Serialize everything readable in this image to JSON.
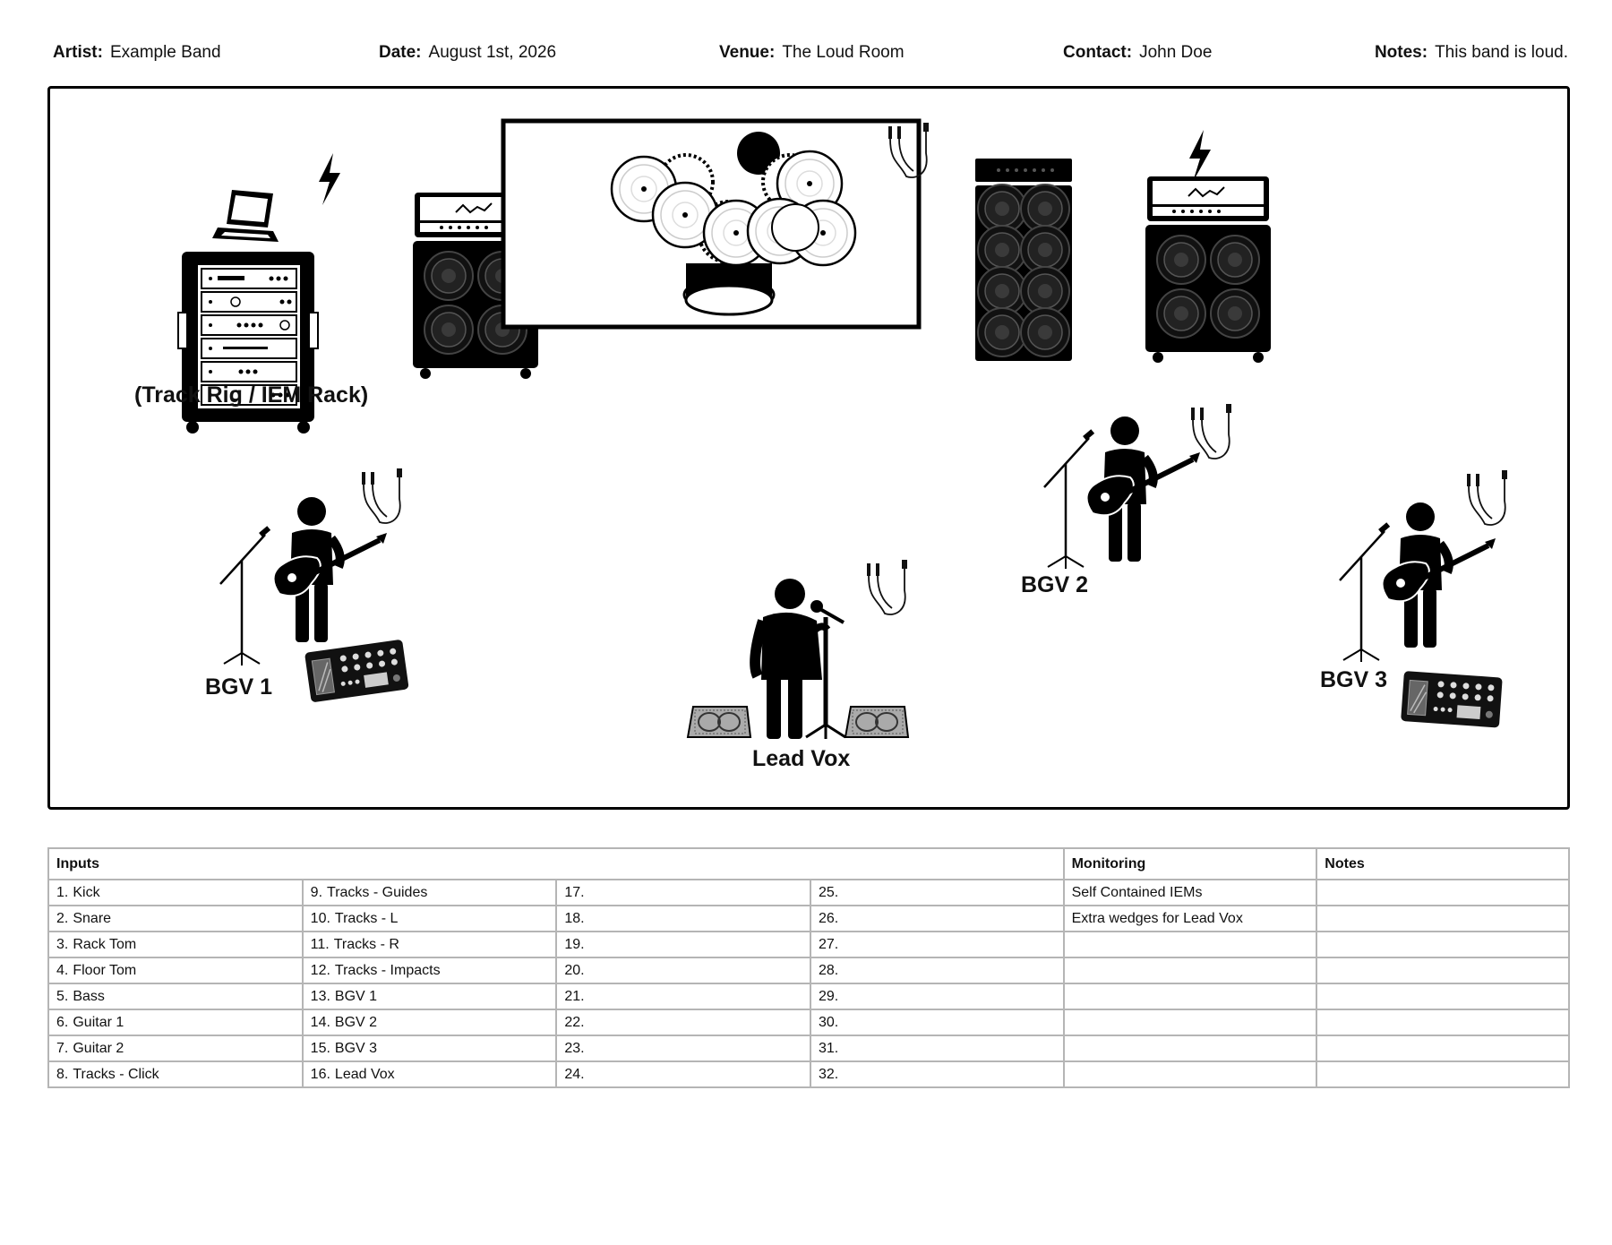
{
  "header": {
    "artist_label": "Artist:",
    "artist": "Example Band",
    "date_label": "Date:",
    "date": "August 1st, 2026",
    "venue_label": "Venue:",
    "venue": "The Loud Room",
    "contact_label": "Contact:",
    "contact": "John Doe",
    "notes_label": "Notes:",
    "notes": "This band is loud."
  },
  "stage": {
    "track_rig_label": "(Track Rig / IEM Rack)",
    "bgv1_label": "BGV 1",
    "bgv2_label": "BGV 2",
    "bgv3_label": "BGV 3",
    "lead_vox_label": "Lead Vox"
  },
  "table": {
    "headers": {
      "inputs": "Inputs",
      "monitoring": "Monitoring",
      "notes": "Notes"
    },
    "inputs": [
      [
        "1.",
        "Kick"
      ],
      [
        "2.",
        "Snare"
      ],
      [
        "3.",
        "Rack Tom"
      ],
      [
        "4.",
        "Floor Tom"
      ],
      [
        "5.",
        "Bass"
      ],
      [
        "6.",
        "Guitar 1"
      ],
      [
        "7.",
        "Guitar 2"
      ],
      [
        "8.",
        "Tracks - Click"
      ],
      [
        "9.",
        "Tracks - Guides"
      ],
      [
        "10.",
        "Tracks - L"
      ],
      [
        "11.",
        "Tracks - R"
      ],
      [
        "12.",
        "Tracks - Impacts"
      ],
      [
        "13.",
        "BGV 1"
      ],
      [
        "14.",
        "BGV 2"
      ],
      [
        "15.",
        "BGV 3"
      ],
      [
        "16.",
        "Lead Vox"
      ],
      [
        "17.",
        ""
      ],
      [
        "18.",
        ""
      ],
      [
        "19.",
        ""
      ],
      [
        "20.",
        ""
      ],
      [
        "21.",
        ""
      ],
      [
        "22.",
        ""
      ],
      [
        "23.",
        ""
      ],
      [
        "24.",
        ""
      ],
      [
        "25.",
        ""
      ],
      [
        "26.",
        ""
      ],
      [
        "27.",
        ""
      ],
      [
        "28.",
        ""
      ],
      [
        "29.",
        ""
      ],
      [
        "30.",
        ""
      ],
      [
        "31.",
        ""
      ],
      [
        "32.",
        ""
      ]
    ],
    "monitoring": [
      "Self Contained IEMs",
      "Extra wedges for Lead Vox",
      "",
      "",
      "",
      "",
      "",
      ""
    ],
    "notes": [
      "",
      "",
      "",
      "",
      "",
      "",
      "",
      ""
    ]
  }
}
